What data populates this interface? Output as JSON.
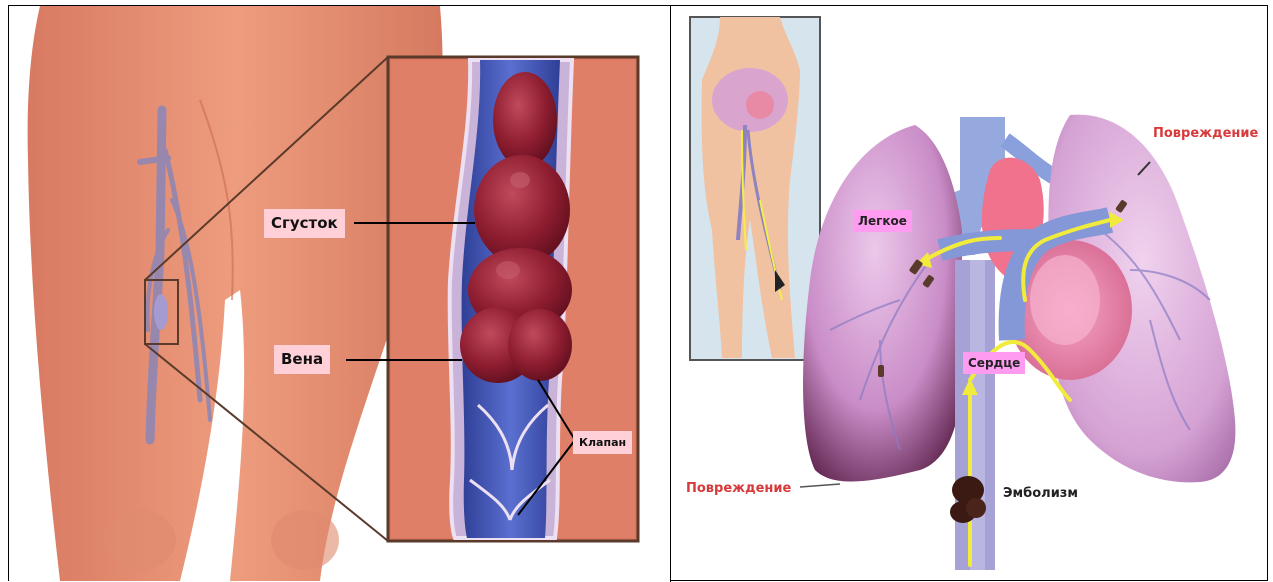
{
  "left_panel": {
    "labels": {
      "clot": "Сгусток",
      "vein": "Вена",
      "valve": "Клапан"
    }
  },
  "right_panel": {
    "labels": {
      "lung": "Легкое",
      "damage_top": "Повреждение",
      "heart": "Сердце",
      "damage_bottom": "Повреждение",
      "embolism": "Эмболизм"
    }
  },
  "colors": {
    "skin": "#e89478",
    "blood_clot": "#8e1d30",
    "vein": "#3f52b0",
    "lung": "#d7a6d6",
    "label_pink": "#ffd0d8",
    "label_magenta": "#ff9cf2",
    "label_red_text": "#d63a3a"
  }
}
